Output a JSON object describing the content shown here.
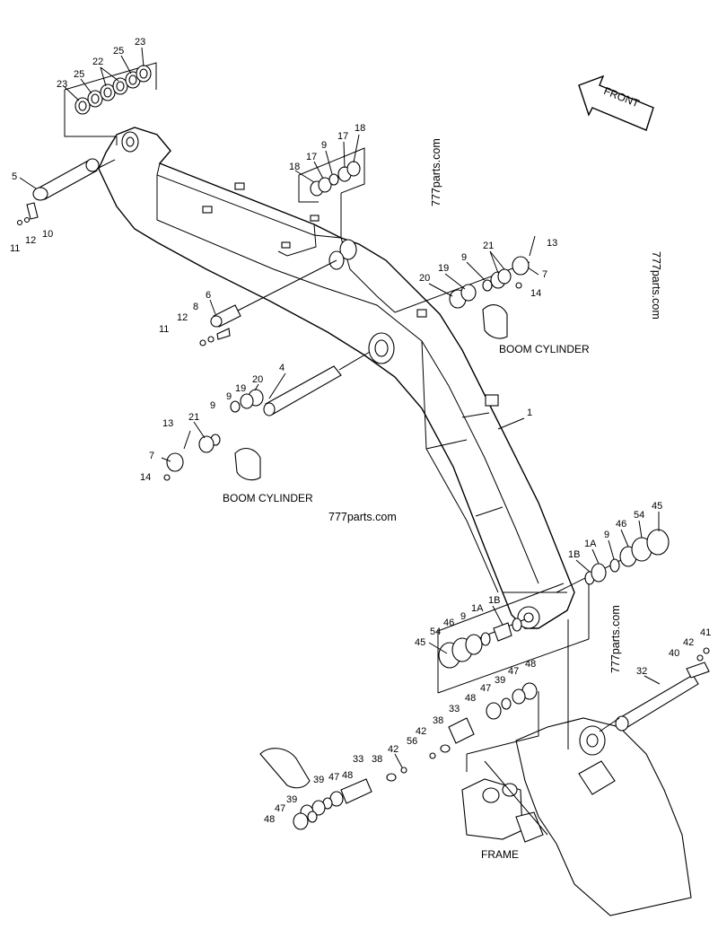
{
  "watermark": "777parts.com",
  "front_label": "FRONT",
  "captions": {
    "boom_cylinder_right": "BOOM CYLINDER",
    "boom_cylinder_left": "BOOM CYLINDER",
    "frame": "FRAME"
  },
  "callouts": [
    {
      "id": "c23a",
      "text": "23"
    },
    {
      "id": "c25a",
      "text": "25"
    },
    {
      "id": "c22",
      "text": "22"
    },
    {
      "id": "c25b",
      "text": "25"
    },
    {
      "id": "c23b",
      "text": "23"
    },
    {
      "id": "c5",
      "text": "5"
    },
    {
      "id": "c11a",
      "text": "11"
    },
    {
      "id": "c12a",
      "text": "12"
    },
    {
      "id": "c10",
      "text": "10"
    },
    {
      "id": "c18a",
      "text": "18"
    },
    {
      "id": "c17a",
      "text": "17"
    },
    {
      "id": "c9a",
      "text": "9"
    },
    {
      "id": "c17b",
      "text": "17"
    },
    {
      "id": "c18b",
      "text": "18"
    },
    {
      "id": "c13a",
      "text": "13"
    },
    {
      "id": "c21a",
      "text": "21"
    },
    {
      "id": "c9b",
      "text": "9"
    },
    {
      "id": "c7a",
      "text": "7"
    },
    {
      "id": "c19a",
      "text": "19"
    },
    {
      "id": "c20a",
      "text": "20"
    },
    {
      "id": "c14a",
      "text": "14"
    },
    {
      "id": "c6",
      "text": "6"
    },
    {
      "id": "c8",
      "text": "8"
    },
    {
      "id": "c12b",
      "text": "12"
    },
    {
      "id": "c11b",
      "text": "11"
    },
    {
      "id": "c4",
      "text": "4"
    },
    {
      "id": "c1",
      "text": "1"
    },
    {
      "id": "c20b",
      "text": "20"
    },
    {
      "id": "c19b",
      "text": "19"
    },
    {
      "id": "c9c",
      "text": "9"
    },
    {
      "id": "c9d",
      "text": "9"
    },
    {
      "id": "c21b",
      "text": "21"
    },
    {
      "id": "c13b",
      "text": "13"
    },
    {
      "id": "c7b",
      "text": "7"
    },
    {
      "id": "c14b",
      "text": "14"
    },
    {
      "id": "c45a",
      "text": "45"
    },
    {
      "id": "c54a",
      "text": "54"
    },
    {
      "id": "c46a",
      "text": "46"
    },
    {
      "id": "c9e",
      "text": "9"
    },
    {
      "id": "c1Aa",
      "text": "1A"
    },
    {
      "id": "c1Ba",
      "text": "1B"
    },
    {
      "id": "c45b",
      "text": "45"
    },
    {
      "id": "c54b",
      "text": "54"
    },
    {
      "id": "c46b",
      "text": "46"
    },
    {
      "id": "c9f",
      "text": "9"
    },
    {
      "id": "c1Ab",
      "text": "1A"
    },
    {
      "id": "c1Bb",
      "text": "1B"
    },
    {
      "id": "c41",
      "text": "41"
    },
    {
      "id": "c42a",
      "text": "42"
    },
    {
      "id": "c40",
      "text": "40"
    },
    {
      "id": "c32",
      "text": "32"
    },
    {
      "id": "c48a",
      "text": "48"
    },
    {
      "id": "c47a",
      "text": "47"
    },
    {
      "id": "c39a",
      "text": "39"
    },
    {
      "id": "c48b",
      "text": "48"
    },
    {
      "id": "c47b",
      "text": "47"
    },
    {
      "id": "c33a",
      "text": "33"
    },
    {
      "id": "c38a",
      "text": "38"
    },
    {
      "id": "c42b",
      "text": "42"
    },
    {
      "id": "c56",
      "text": "56"
    },
    {
      "id": "c42c",
      "text": "42"
    },
    {
      "id": "c38b",
      "text": "38"
    },
    {
      "id": "c33b",
      "text": "33"
    },
    {
      "id": "c39b",
      "text": "39"
    },
    {
      "id": "c47c",
      "text": "47"
    },
    {
      "id": "c48c",
      "text": "48"
    },
    {
      "id": "c39c",
      "text": "39"
    },
    {
      "id": "c47d",
      "text": "47"
    },
    {
      "id": "c48d",
      "text": "48"
    }
  ]
}
